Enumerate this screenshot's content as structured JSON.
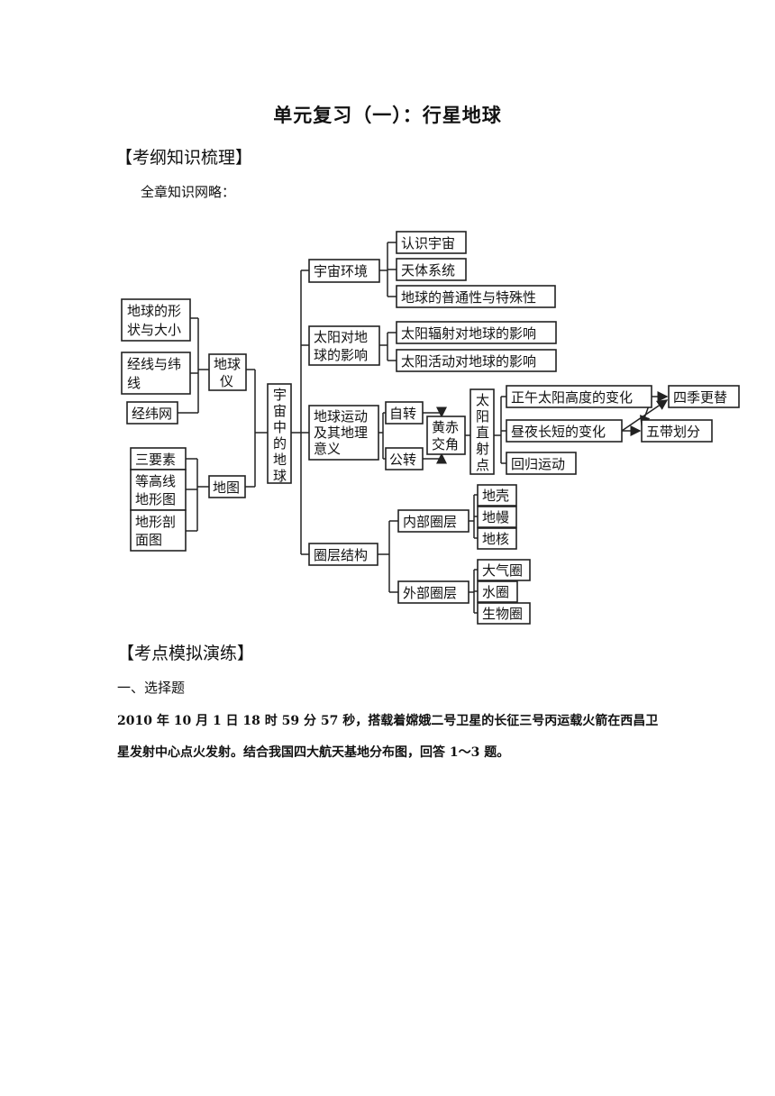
{
  "document": {
    "title": "单元复习（一）：行星地球",
    "section1": "【考纲知识梳理】",
    "subtitle": "全章知识网略：",
    "section2": "【考点模拟演练】",
    "question_type": "一、选择题",
    "paragraph_line1": "2010 年 10 月 1 日 18 时 59 分 57 秒，搭载着嫦娥二号卫星的长征三号丙运载火箭在西昌卫",
    "paragraph_line2": "星发射中心点火发射。结合我国四大航天基地分布图，回答 1～3 题。"
  },
  "mindmap": {
    "root": [
      "宇",
      "宙",
      "中",
      "的",
      "地",
      "球"
    ],
    "left": {
      "globe": [
        "地球",
        "仪"
      ],
      "globe_items": [
        [
          "地球的形",
          "状与大小"
        ],
        [
          "经线与纬",
          "线"
        ],
        [
          "经纬网"
        ]
      ],
      "map": "地图",
      "map_items": [
        [
          "三要素"
        ],
        [
          "等高线",
          "地形图"
        ],
        [
          "地形剖",
          "面图"
        ]
      ]
    },
    "right": {
      "universe": "宇宙环境",
      "universe_items": [
        "认识宇宙",
        "天体系统",
        "地球的普通性与特殊性"
      ],
      "sun": [
        "太阳对地",
        "球的影响"
      ],
      "sun_items": [
        "太阳辐射对地球的影响",
        "太阳活动对地球的影响"
      ],
      "motion": [
        "地球运动",
        "及其地理",
        "意义"
      ],
      "rotation": "自转",
      "revolution": "公转",
      "obliquity": [
        "黄赤",
        "交角"
      ],
      "subsolar": [
        "太",
        "阳",
        "直",
        "射",
        "点"
      ],
      "subsolar_items": [
        "正午太阳高度的变化",
        "昼夜长短的变化",
        "回归运动"
      ],
      "seasons": "四季更替",
      "zones": "五带划分",
      "layers": "圈层结构",
      "inner": "内部圈层",
      "inner_items": [
        "地壳",
        "地幔",
        "地核"
      ],
      "outer": "外部圈层",
      "outer_items": [
        "大气圈",
        "水圈",
        "生物圈"
      ]
    }
  }
}
